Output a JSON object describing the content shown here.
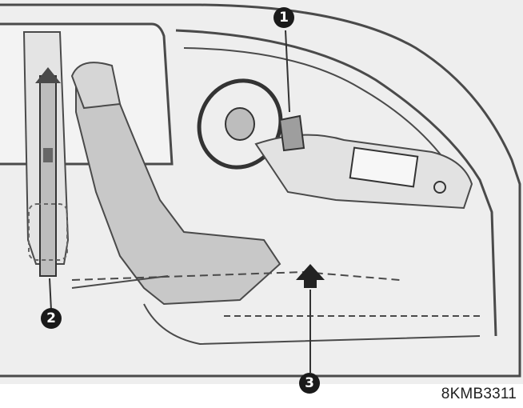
{
  "figure": {
    "callouts": [
      "1",
      "2",
      "3"
    ],
    "image_code": "8KMB3311"
  },
  "colors": {
    "background": "#eeeeee",
    "line": "#4a4a4a",
    "seat_fill": "#c8c8c8",
    "callout_fill": "#1a1a1a"
  }
}
